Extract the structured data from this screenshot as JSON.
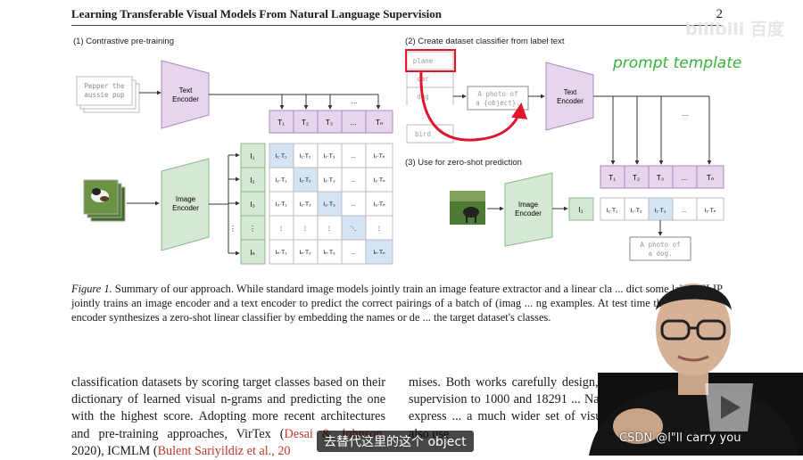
{
  "header": {
    "title": "Learning Transferable Visual Models From Natural Language Supervision",
    "page_number": "2"
  },
  "figure": {
    "panel1_title": "(1) Contrastive pre-training",
    "panel2_title": "(2) Create dataset classifier from label text",
    "panel3_title": "(3) Use for zero-shot prediction",
    "text_input_line1": "Pepper the",
    "text_input_line2": "aussie pup",
    "text_encoder_line1": "Text",
    "text_encoder_line2": "Encoder",
    "image_encoder_line1": "Image",
    "image_encoder_line2": "Encoder",
    "text_tokens": [
      "T₁",
      "T₂",
      "T₃",
      "...",
      "Tₙ"
    ],
    "image_tokens": [
      "I₁",
      "I₂",
      "I₃",
      "⋮",
      "Iₙ"
    ],
    "matrix_rows": [
      [
        "I₁·T₁",
        "I₁·T₂",
        "I₁·T₃",
        "...",
        "I₁·Tₙ"
      ],
      [
        "I₂·T₁",
        "I₂·T₂",
        "I₂·T₃",
        "...",
        "I₂·Tₙ"
      ],
      [
        "I₃·T₁",
        "I₃·T₂",
        "I₃·T₃",
        "...",
        "I₃·Tₙ"
      ],
      [
        "⋮",
        "⋮",
        "⋮",
        "⋱",
        "⋮"
      ],
      [
        "Iₙ·T₁",
        "Iₙ·T₂",
        "Iₙ·T₃",
        "...",
        "Iₙ·Tₙ"
      ]
    ],
    "label_list": [
      "plane",
      "car",
      "dog",
      "⋮",
      "bird"
    ],
    "prompt_line1": "A photo of",
    "prompt_line2": "a {object}.",
    "handwritten_note": "prompt template",
    "zero_shot_image_token": "I₁",
    "zero_shot_row": [
      "I₁·T₁",
      "I₁·T₂",
      "I₁·T₃",
      "...",
      "I₁·Tₙ"
    ],
    "output_line1": "A photo of",
    "output_line2": "a dog.",
    "ellipsis": "..."
  },
  "caption": {
    "label": "Figure 1.",
    "text": "Summary of our approach. While standard image models jointly train an image feature extractor and a linear cla ... dict some label, CLIP jointly trains an image encoder and a text encoder to predict the correct pairings of a batch of (imag ... ng examples. At test time the learned text encoder synthesizes a zero-shot linear classifier by embedding the names or de ... the target dataset's classes."
  },
  "body": {
    "col1_text": "classification datasets by scoring target classes based on their dictionary of learned visual n-grams and predicting the one with the highest score. Adopting more recent architectures and pre-training approaches, VirTex (",
    "col1_cite1": "Desai & Johnson,",
    "col1_mid": " 2020), ICMLM (",
    "col1_cite2": "Bulent Sariyildiz et al., 20",
    "col2_text": "mises. Both works carefully design, and in the ... mit their supervision to 1000 and 18291 ... Natural language is able to express ... a much wider set of visual conce ... approaches also use"
  },
  "overlay": {
    "subtitle": "去替代这里的这个 object",
    "watermark": "CSDN @l\"ll  carry  you",
    "site_logo": "bilibili 百度"
  },
  "colors": {
    "encoder_purple": "#e7d5ee",
    "encoder_purple_stroke": "#a987bb",
    "encoder_green": "#d5e8d4",
    "encoder_green_stroke": "#8db48a",
    "diag_blue": "#d4e3f5",
    "annotation_red": "#e0142a",
    "annotation_green": "#35b33a"
  }
}
